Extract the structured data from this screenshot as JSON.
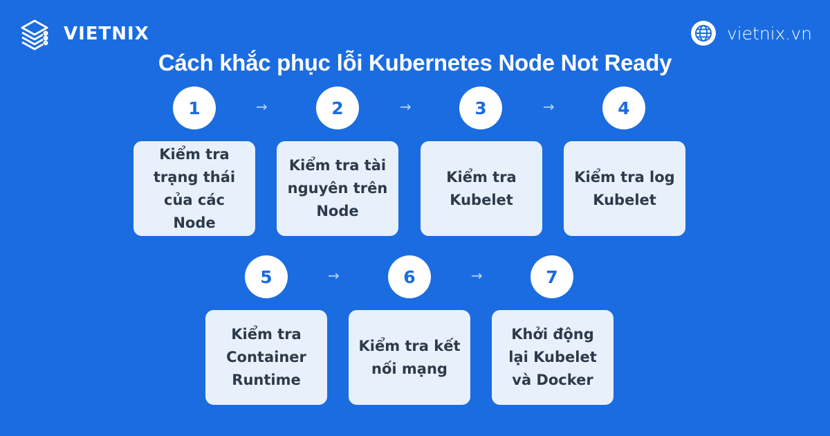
{
  "brand": {
    "name": "VIETNIX",
    "website": "vietnix.vn"
  },
  "title": "Cách khắc phục lỗi Kubernetes Node Not Ready",
  "colors": {
    "background": "#1a6ce0",
    "card": "#e8f0fb",
    "card_text": "#2c3a4b",
    "number": "#1a6ce0"
  },
  "steps": [
    {
      "number": "1",
      "label": "Kiểm tra trạng thái của các Node"
    },
    {
      "number": "2",
      "label": "Kiểm tra tài nguyên trên Node"
    },
    {
      "number": "3",
      "label": "Kiểm tra Kubelet"
    },
    {
      "number": "4",
      "label": "Kiểm tra log Kubelet"
    },
    {
      "number": "5",
      "label": "Kiểm tra Container Runtime"
    },
    {
      "number": "6",
      "label": "Kiểm tra kết nối mạng"
    },
    {
      "number": "7",
      "label": "Khởi động lại Kubelet và Docker"
    }
  ],
  "arrow_glyph": "→"
}
